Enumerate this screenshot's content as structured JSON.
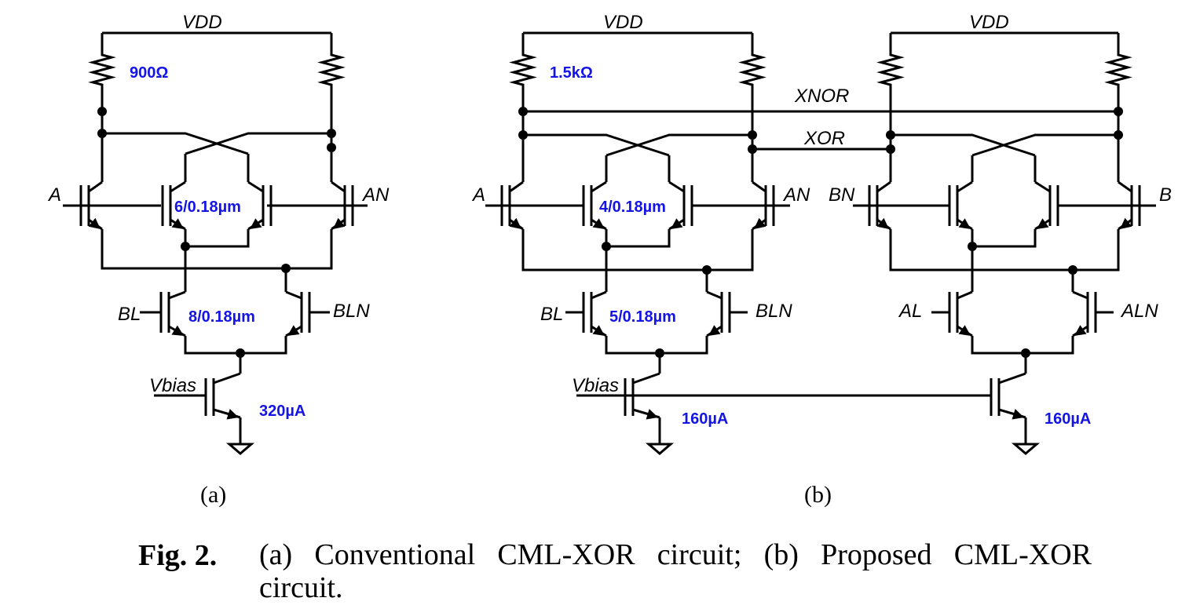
{
  "panel_a": {
    "vdd": "VDD",
    "load_resistor": "900Ω",
    "input_pair_size": "6/0.18µm",
    "input_a": "A",
    "input_an": "AN",
    "lower_pair_size": "8/0.18µm",
    "input_bl": "BL",
    "input_bln": "BLN",
    "bias": "Vbias",
    "tail_current": "320µA",
    "label": "(a)"
  },
  "panel_b": {
    "vdd_left": "VDD",
    "vdd_right": "VDD",
    "load_resistor": "1.5kΩ",
    "xnor": "XNOR",
    "xor": "XOR",
    "input_pair_size": "4/0.18µm",
    "input_a": "A",
    "input_an": "AN",
    "input_bn": "BN",
    "input_b": "B",
    "lower_pair_size": "5/0.18µm",
    "input_bl": "BL",
    "input_bln": "BLN",
    "input_al": "AL",
    "input_aln": "ALN",
    "bias": "Vbias",
    "tail_current_left": "160µA",
    "tail_current_right": "160µA",
    "label": "(b)"
  },
  "caption": {
    "fig_label": "Fig. 2.",
    "text": "(a) Conventional CML-XOR circuit; (b) Proposed CML-XOR circuit."
  },
  "colors": {
    "annotation": "#1414e6",
    "line": "#000000"
  }
}
